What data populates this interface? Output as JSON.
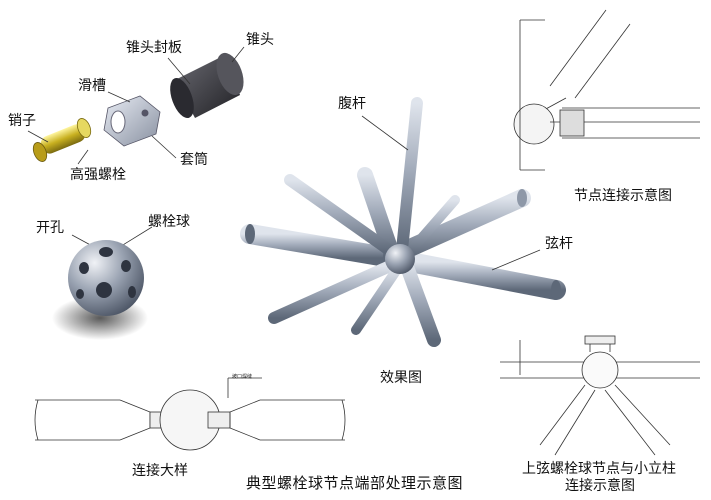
{
  "title": "典型螺栓球节点端部处理示意图",
  "parts": {
    "pin": "销子",
    "bolt": "高强螺栓",
    "slot": "滑槽",
    "sleeve": "套筒",
    "cone_plate": "锥头封板",
    "cone": "锥头",
    "hole": "开孔",
    "bolt_ball": "螺栓球"
  },
  "members": {
    "web": "腹杆",
    "chord": "弦杆"
  },
  "captions": {
    "effect": "效果图",
    "node_connection": "节点连接示意图",
    "detail": "连接大样",
    "upper_chord_line1": "上弦螺栓球节点与小立柱",
    "upper_chord_line2": "连接示意图"
  },
  "detail_weld_note": "坡口焊缝",
  "colors": {
    "steel": "#9aa4b4",
    "steel_dark": "#5d6878",
    "brass": "#c8b020",
    "cone": "#3a3a40",
    "line": "#333333"
  }
}
